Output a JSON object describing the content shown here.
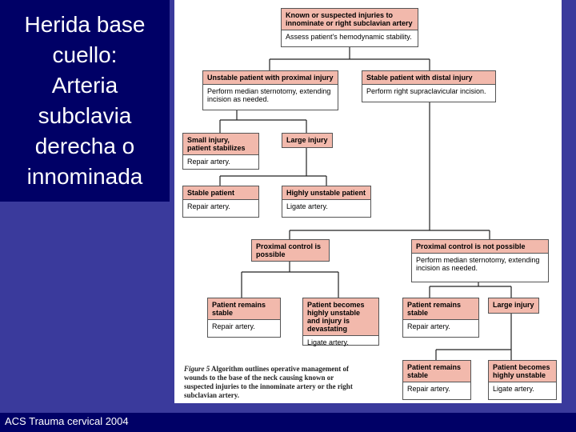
{
  "slide": {
    "title": "Herida base\ncuello:\nArteria\nsubclavia\nderecha o\ninnominada",
    "footer": "ACS Trauma cervical 2004"
  },
  "flowchart": {
    "root": {
      "head": "Known or suspected injuries to innominate or right subclavian artery",
      "body": "Assess patient's hemodynamic stability."
    },
    "unstable_proximal": {
      "head": "Unstable patient with proximal injury",
      "body": "Perform median sternotomy, extending incision as needed."
    },
    "stable_distal": {
      "head": "Stable patient with distal injury",
      "body": "Perform right supraclavicular incision."
    },
    "small_injury": {
      "head": "Small injury, patient stabilizes",
      "body": "Repair artery."
    },
    "large_injury_1": {
      "head": "Large injury",
      "body": ""
    },
    "stable_patient": {
      "head": "Stable patient",
      "body": "Repair artery."
    },
    "highly_unstable": {
      "head": "Highly unstable patient",
      "body": "Ligate artery."
    },
    "proximal_possible": {
      "head": "Proximal control is possible",
      "body": ""
    },
    "proximal_not_possible": {
      "head": "Proximal control is not possible",
      "body": "Perform median sternotomy, extending incision as needed."
    },
    "remains_stable_1": {
      "head": "Patient remains stable",
      "body": "Repair artery."
    },
    "becomes_unstable_devastating": {
      "head": "Patient becomes highly unstable and injury is devastating",
      "body": "Ligate artery."
    },
    "remains_stable_2": {
      "head": "Patient remains stable",
      "body": "Repair artery."
    },
    "large_injury_2": {
      "head": "Large injury",
      "body": ""
    },
    "remains_stable_3": {
      "head": "Patient remains stable",
      "body": "Repair artery."
    },
    "becomes_unstable_2": {
      "head": "Patient becomes highly unstable",
      "body": "Ligate artery."
    }
  },
  "caption": {
    "label": "Figure 5",
    "text": "Algorithm outlines operative management of wounds to the base of the neck causing known or suspected injuries to the innominate artery or the right subclavian artery."
  }
}
